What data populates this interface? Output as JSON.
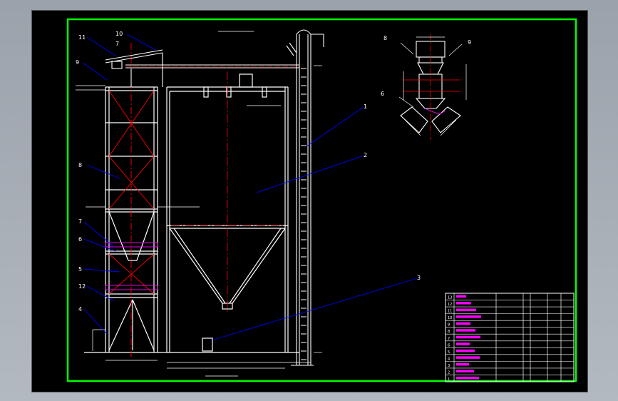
{
  "drawing": {
    "title": "",
    "detail_caption": "",
    "colors": {
      "background": "#000000",
      "border": "#00ff00",
      "structure": "#ffffff",
      "centerline": "#ff0000",
      "leader": "#0000ff",
      "table_text": "#ff00ff"
    },
    "callouts": [
      {
        "id": "c-1",
        "text": "1"
      },
      {
        "id": "c-2",
        "text": "2"
      },
      {
        "id": "c-3",
        "text": "3"
      },
      {
        "id": "c-4",
        "text": "4"
      },
      {
        "id": "c-5",
        "text": "5"
      },
      {
        "id": "c-6",
        "text": "6"
      },
      {
        "id": "c-7",
        "text": "7"
      },
      {
        "id": "c-8",
        "text": "8"
      },
      {
        "id": "c-9",
        "text": "9"
      },
      {
        "id": "c-10",
        "text": "10"
      },
      {
        "id": "c-11",
        "text": "11"
      },
      {
        "id": "c-12",
        "text": "12"
      }
    ],
    "detail_callouts": [
      "8",
      "9",
      "6"
    ],
    "parts_table": {
      "rows": [
        "13",
        "12",
        "11",
        "10",
        "9",
        "8",
        "7",
        "6",
        "5",
        "4",
        "3",
        "2",
        "1"
      ]
    }
  }
}
